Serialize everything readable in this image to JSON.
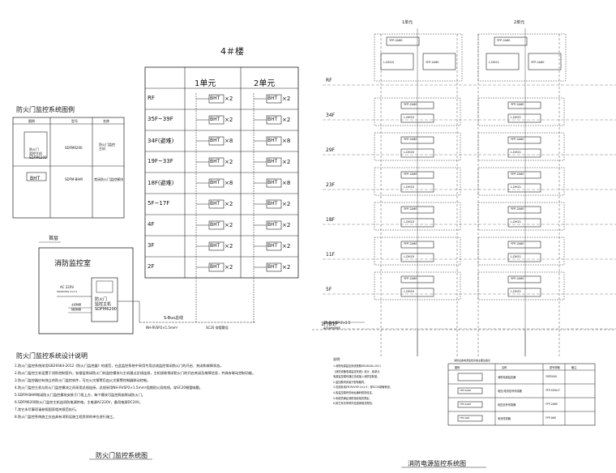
{
  "left": {
    "building_title": "4＃楼",
    "units": [
      "1单元",
      "2单元"
    ],
    "floors": [
      {
        "label": "RF",
        "u1": "×2",
        "u2": "×2"
      },
      {
        "label": "35F~39F",
        "u1": "×2",
        "u2": "×2"
      },
      {
        "label": "34F(避难)",
        "u1": "×8",
        "u2": "×8"
      },
      {
        "label": "19F~33F",
        "u1": "×2",
        "u2": "×2"
      },
      {
        "label": "18F(避难)",
        "u1": "×8",
        "u2": "×8"
      },
      {
        "label": "5F~17F",
        "u1": "×2",
        "u2": "×2"
      },
      {
        "label": "4F",
        "u1": "×2",
        "u2": "×2"
      },
      {
        "label": "3F",
        "u1": "×2",
        "u2": "×2"
      },
      {
        "label": "2F",
        "u1": "×2",
        "u2": "×2"
      }
    ],
    "device_box": "BHT",
    "legend_title": "防火门监控系统图例",
    "legend_headers": [
      "图例",
      "型号",
      "名称"
    ],
    "legend_rows": [
      {
        "symbol": "防火门\n监控主机\nSDFM6200",
        "model": "SDFM6200",
        "name": "防火门监控\n主机"
      },
      {
        "symbol": "BHT",
        "model": "SDFM-BHM",
        "name": "常闭防火门监控模块"
      }
    ],
    "control_room_caption": "首层",
    "control_room_title": "消防监控室",
    "ac_label": "AC 220V",
    "ac_sub": "WDZN-BYJ-3×2.5",
    "host_label_left": [
      "主控制器",
      "辅控制器"
    ],
    "host_box": "防火门\n监控主机\nSDFM6200",
    "bus_label": "S-Bus总线",
    "cable_label": "NH-RVSP2×1.5mm²",
    "cable_label2": "SC20  穿管敷设",
    "notes_title": "防火门监控系统设计说明",
    "notes": [
      "1.防火门监控系统采用GB29364-2012《防火门监控器》的规范，在此监控系统中采用专用总线监控常闭防火门的开启、关闭和故障状态。",
      "2.防火门监控主机设置于消防控制室内，各楼层常闭防火门的监控模块与主机通过总线连接，主机接收常闭防火门的开启关闭及故障信息，并具有联动控制功能。",
      "3.防火门监控器应有独立的防火门监控软件，可在火灾报警后由火灾报警控制器联动控制。",
      "4.防火门监控主机与防火门监控模块之间采用总线连接，总线采用NH-RVSP2×1.5mm²阻燃耐火双绞线，穿SC20钢管暗敷。",
      "5.SDFM-BHM常闭防火门监控模块安装于门框上方，每个模块可监控两扇常闭防火门。",
      "6.SDFM6200防火门监控主机由消防电源供电，主电源AC220V，备用电源DC24V。",
      "7.其它未尽事项请参照国家相关规范执行。",
      "8.防火门监控系统施工应由具有消防设施工程资质的单位进行施工。"
    ],
    "caption": "防火门监控系统图"
  },
  "right": {
    "units": [
      "1单元",
      "2单元"
    ],
    "floors": [
      "RF",
      "34F",
      "29F",
      "23F",
      "18F",
      "11F",
      "5F",
      "1F/B1F"
    ],
    "device_top": "YFP-2A60",
    "device_bottom": "L-DH20",
    "device_top2": "YFP-2A60",
    "device_bottom2": "L-DH21",
    "bus_note": "ZR-RVVSP-2×2.5",
    "bus_note2": "来自消防控制室",
    "notes_title": "说明:",
    "notes": [
      "1.消防电源监控系统按照GB28184-2011",
      "《消防设备电源监控系统》设计，各单元",
      "电源监控模块通过总线接入消防控制室。",
      "2.监控模块安装于配电箱内。",
      "3.总线采用ZR-RVVSP-2×2.5，穿SC20钢管敷设。",
      "4.各监控模块的地址编码现场设定。",
      "5.系统须满足消防验收相关规定。",
      "6.其它未尽事项详见国家相关规范。"
    ],
    "table_title": "消防设备电源监控系统主要设备表",
    "table_headers": [
      "图例",
      "名称",
      "型号规格",
      "备注"
    ],
    "table_rows": [
      {
        "symbol": "",
        "name": "消防电源监控器",
        "model": "YSP5000",
        "remark": ""
      },
      {
        "symbol": "YFP-2A60",
        "name": "电压/电流信号传感器",
        "model": "YFP-5000-F",
        "remark": ""
      },
      {
        "symbol": "YFP-2A60",
        "name": "电压信号传感器",
        "model": "YFP-2A60",
        "remark": ""
      },
      {
        "symbol": "YFP-A60",
        "name": "电流传感器",
        "model": "YFP-A60",
        "remark": ""
      }
    ],
    "caption": "消防电源监控系统图"
  }
}
